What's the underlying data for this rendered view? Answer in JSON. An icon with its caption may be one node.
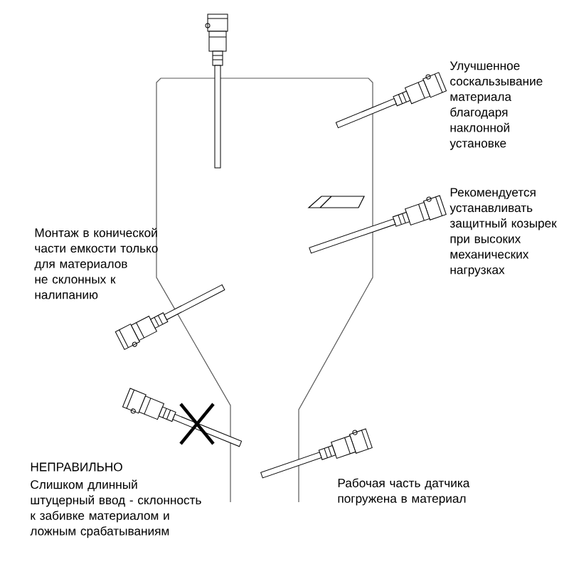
{
  "diagram": {
    "labels": [
      "Улучшенное соскальзывание материала благодаря наклонной установке",
      "Рекомендуется устанавливать защитный козырек при высоких механических нагрузках",
      "Монтаж в конической части емкости только для материалов не склонных к налипанию",
      "НЕПРАВИЛЬНО",
      "Слишком длинный штуцерный ввод - склонность к забивке материалом и ложным срабатываниям",
      "Рабочая часть датчика погружена в материал"
    ]
  }
}
